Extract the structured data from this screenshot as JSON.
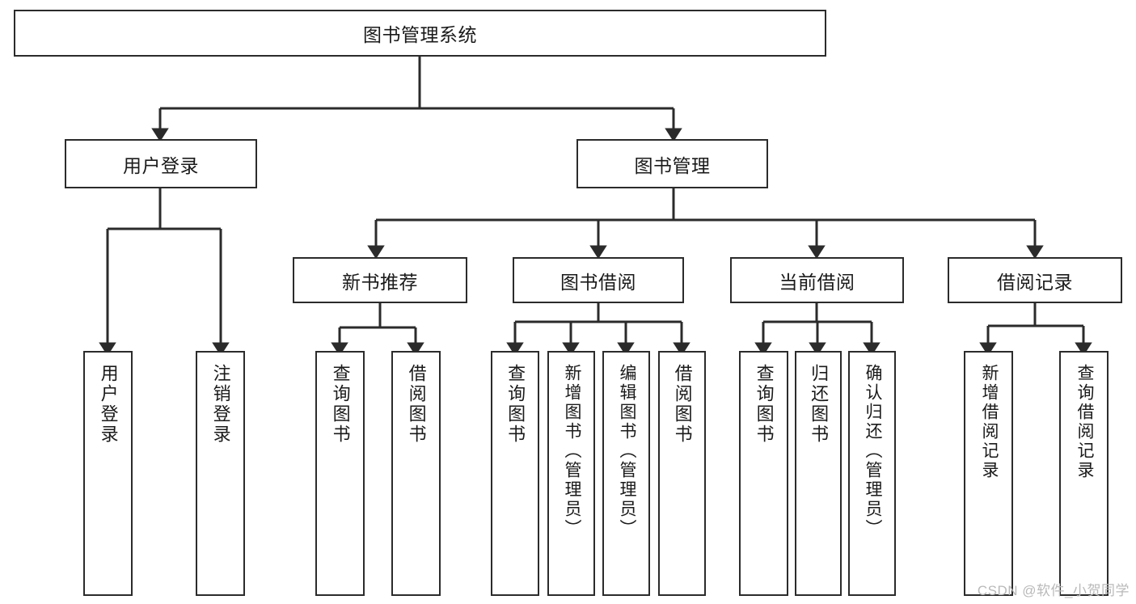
{
  "diagram": {
    "title_node": {
      "label": "图书管理系统"
    },
    "level2": [
      {
        "label": "用户登录"
      },
      {
        "label": "图书管理"
      }
    ],
    "level3": [
      {
        "label": "新书推荐"
      },
      {
        "label": "图书借阅"
      },
      {
        "label": "当前借阅"
      },
      {
        "label": "借阅记录"
      }
    ],
    "leaves": [
      {
        "label": "用户登录",
        "parent": "用户登录"
      },
      {
        "label": "注销登录",
        "parent": "用户登录"
      },
      {
        "label": "查询图书",
        "parent": "新书推荐"
      },
      {
        "label": "借阅图书",
        "parent": "新书推荐"
      },
      {
        "label": "查询图书",
        "parent": "图书借阅"
      },
      {
        "label": "新增图书（管理员）",
        "parent": "图书借阅"
      },
      {
        "label": "编辑图书（管理员）",
        "parent": "图书借阅"
      },
      {
        "label": "借阅图书",
        "parent": "图书借阅"
      },
      {
        "label": "查询图书",
        "parent": "当前借阅"
      },
      {
        "label": "归还图书",
        "parent": "当前借阅"
      },
      {
        "label": "确认归还（管理员）",
        "parent": "当前借阅"
      },
      {
        "label": "新增借阅记录",
        "parent": "借阅记录"
      },
      {
        "label": "查询借阅记录",
        "parent": "借阅记录"
      }
    ],
    "watermark": "CSDN @软件_小贺同学",
    "colors": {
      "stroke": "#2b2b2b",
      "background": "#ffffff",
      "text": "#1a1a1a",
      "watermark": "#b9b9b9"
    }
  }
}
